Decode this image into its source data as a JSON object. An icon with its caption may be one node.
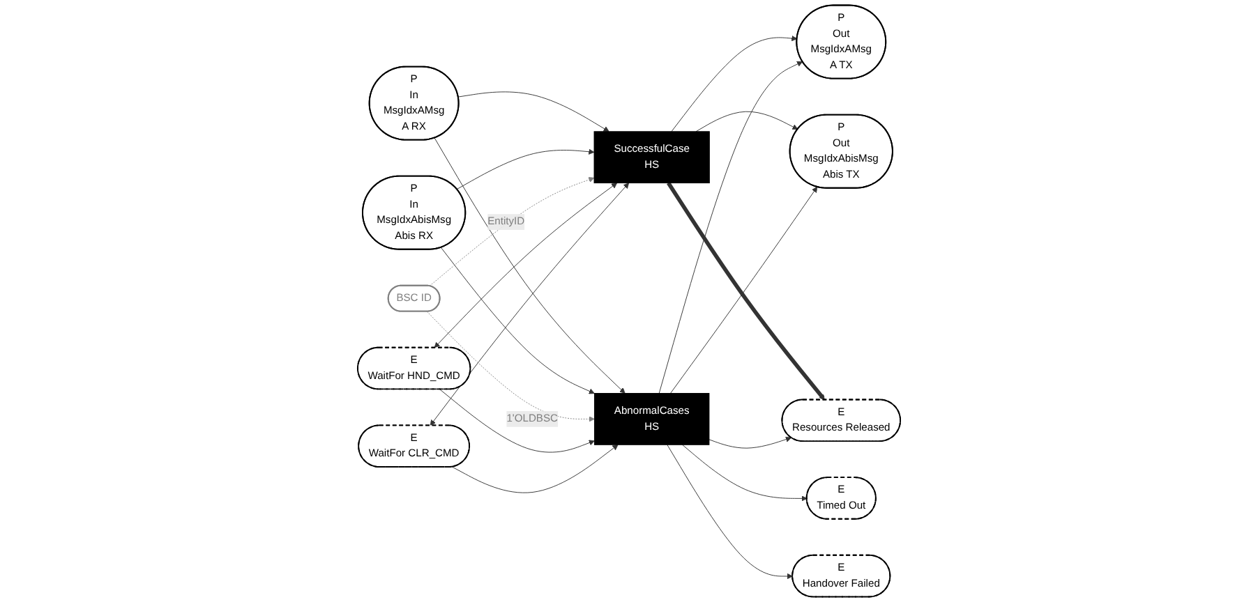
{
  "diagram": {
    "nodes": [
      {
        "text": [
          "P",
          "In",
          "MsgIdxAMsg",
          "A RX"
        ]
      },
      {
        "text": [
          "P",
          "Out",
          "MsgIdxAMsg",
          "A TX"
        ]
      },
      {
        "text": [
          "SuccessfulCase",
          "HS"
        ]
      },
      {
        "text": [
          "BSC ID"
        ]
      },
      {
        "text": [
          "E",
          "WaitFor HND_CMD"
        ]
      },
      {
        "text": [
          "E",
          "WaitFor CLR_CMD"
        ]
      },
      {
        "text": [
          "E",
          "Resources Released"
        ]
      },
      {
        "text": [
          "E",
          "Timed Out"
        ]
      },
      {
        "text": [
          "AbnormalCases",
          "HS"
        ]
      },
      {
        "text": [
          "E",
          "Handover Failed"
        ]
      },
      {
        "text": [
          "P",
          "In",
          "MsgIdxAbisMsg",
          "Abis RX"
        ]
      },
      {
        "text": [
          "P",
          "Out",
          "MsgIdxAbisMsg",
          "Abis TX"
        ]
      }
    ],
    "edges": [
      {
        "from": 0,
        "to": 2,
        "arrow": "to"
      },
      {
        "from": 0,
        "to": 8,
        "arrow": "to"
      },
      {
        "from": 10,
        "to": 2,
        "arrow": "to"
      },
      {
        "from": 10,
        "to": 8,
        "arrow": "to"
      },
      {
        "from": 3,
        "to": 2,
        "arrow": "to",
        "label": "EntityID",
        "style": "dashed",
        "color": "#808080"
      },
      {
        "from": 3,
        "to": 8,
        "arrow": "to",
        "label": "1'OLDBSC",
        "style": "dashed",
        "color": "#808080"
      },
      {
        "from": 4,
        "to": 2,
        "arrow": "both"
      },
      {
        "from": 5,
        "to": 2,
        "arrow": "both"
      },
      {
        "from": 4,
        "to": 8,
        "arrow": "to"
      },
      {
        "from": 5,
        "to": 8,
        "arrow": "to"
      },
      {
        "from": 2,
        "to": 1,
        "arrow": "to"
      },
      {
        "from": 2,
        "to": 11,
        "arrow": "to"
      },
      {
        "from": 8,
        "to": 1,
        "arrow": "to"
      },
      {
        "from": 8,
        "to": 11,
        "arrow": "to"
      },
      {
        "from": 2,
        "to": 6,
        "arrow": "to",
        "style": "thick"
      },
      {
        "from": 8,
        "to": 6,
        "arrow": "to"
      },
      {
        "from": 8,
        "to": 7,
        "arrow": "to"
      },
      {
        "from": 8,
        "to": 9,
        "arrow": "to"
      }
    ]
  }
}
